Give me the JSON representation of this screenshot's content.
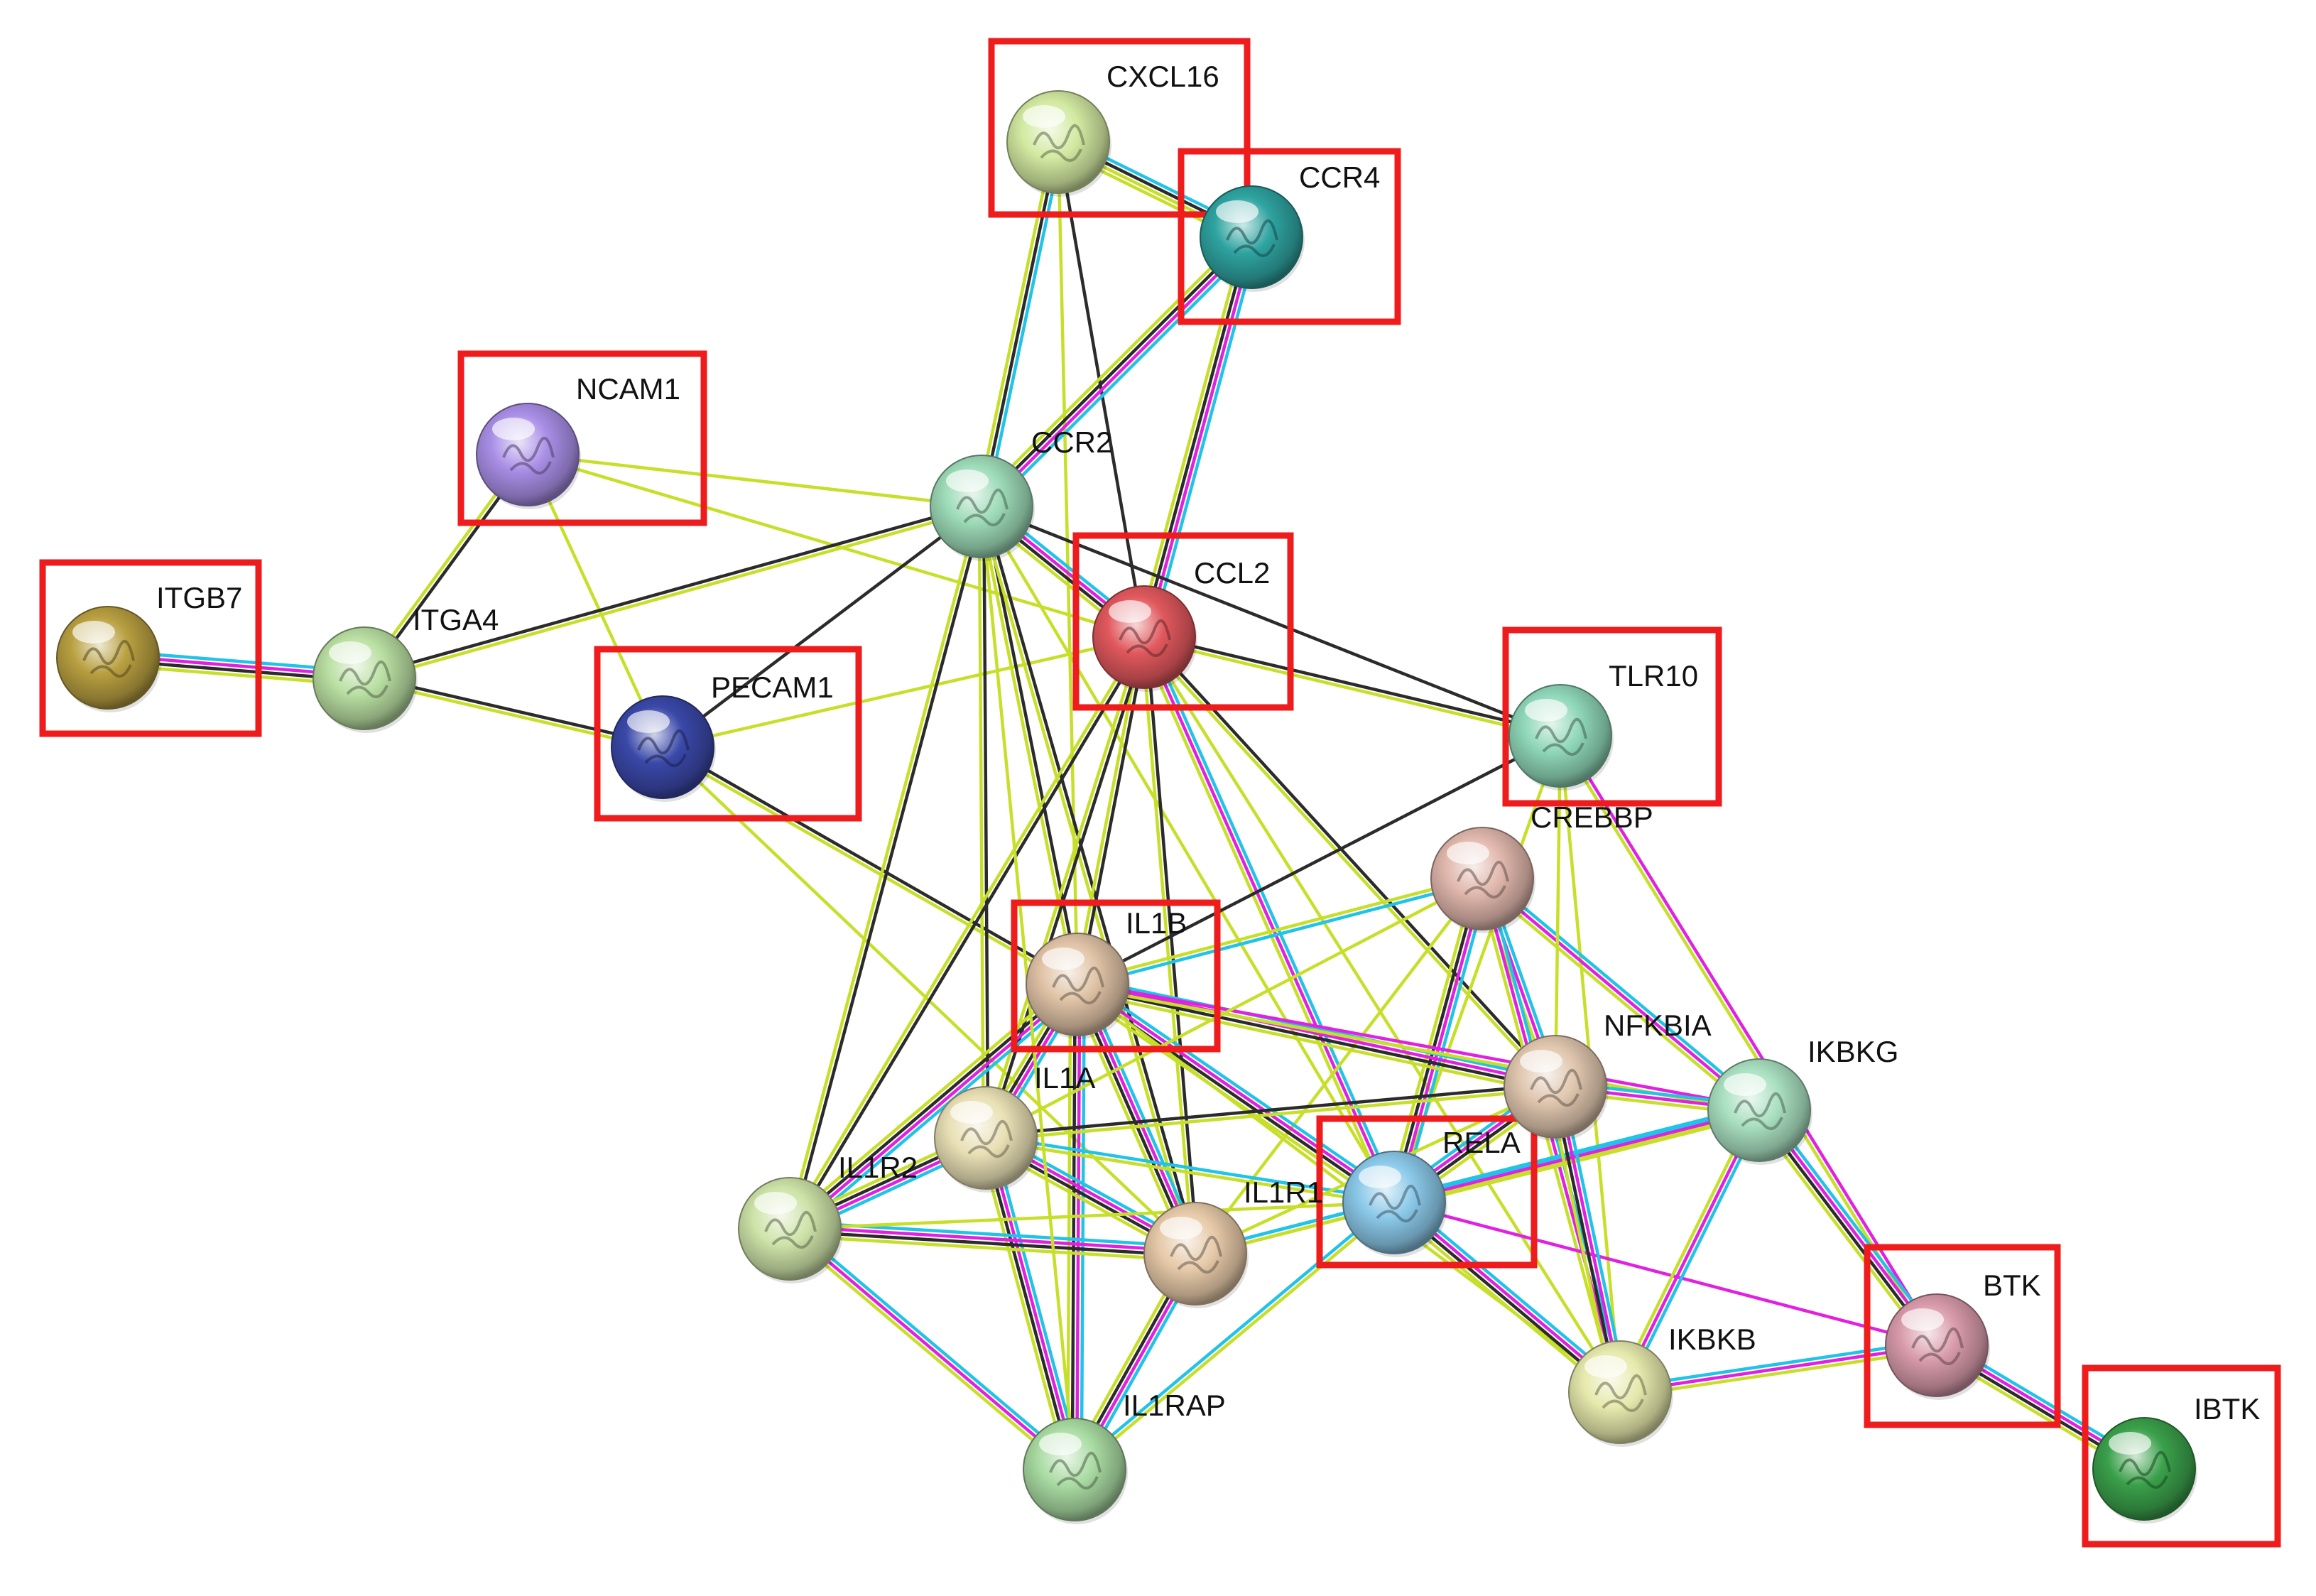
{
  "network": {
    "nodes": [
      {
        "id": "CXCL16",
        "label": "CXCL16",
        "color": "#d2e9a1",
        "highlighted": true
      },
      {
        "id": "CCR4",
        "label": "CCR4",
        "color": "#2ea3a0",
        "highlighted": true
      },
      {
        "id": "NCAM1",
        "label": "NCAM1",
        "color": "#a98ee6",
        "highlighted": true
      },
      {
        "id": "CCR2",
        "label": "CCR2",
        "color": "#9ddbb7",
        "highlighted": false
      },
      {
        "id": "CCL2",
        "label": "CCL2",
        "color": "#e0585d",
        "highlighted": true
      },
      {
        "id": "ITGB7",
        "label": "ITGB7",
        "color": "#b89f40",
        "highlighted": true
      },
      {
        "id": "ITGA4",
        "label": "ITGA4",
        "color": "#b9dfa2",
        "highlighted": false
      },
      {
        "id": "PECAM1",
        "label": "PECAM1",
        "color": "#3a48a8",
        "highlighted": true
      },
      {
        "id": "TLR10",
        "label": "TLR10",
        "color": "#8fd7b8",
        "highlighted": true
      },
      {
        "id": "CREBBP",
        "label": "CREBBP",
        "color": "#e0b7ac",
        "highlighted": false
      },
      {
        "id": "IL1B",
        "label": "IL1B",
        "color": "#e0c3a6",
        "highlighted": true
      },
      {
        "id": "NFKBIA",
        "label": "NFKBIA",
        "color": "#e0c6ae",
        "highlighted": false
      },
      {
        "id": "IKBKG",
        "label": "IKBKG",
        "color": "#a9e0c0",
        "highlighted": false
      },
      {
        "id": "IL1A",
        "label": "IL1A",
        "color": "#e9e0b5",
        "highlighted": false
      },
      {
        "id": "RELA",
        "label": "RELA",
        "color": "#8ac8e8",
        "highlighted": true
      },
      {
        "id": "IL1R2",
        "label": "IL1R2",
        "color": "#cde3a8",
        "highlighted": false
      },
      {
        "id": "IL1R1",
        "label": "IL1R1",
        "color": "#e6c9a8",
        "highlighted": false
      },
      {
        "id": "IKBKB",
        "label": "IKBKB",
        "color": "#e6e9ac",
        "highlighted": false
      },
      {
        "id": "BTK",
        "label": "BTK",
        "color": "#d89aaa",
        "highlighted": true
      },
      {
        "id": "IBTK",
        "label": "IBTK",
        "color": "#3aa04a",
        "highlighted": true
      },
      {
        "id": "IL1RAP",
        "label": "IL1RAP",
        "color": "#a9dba2",
        "highlighted": false
      }
    ],
    "edges": [
      {
        "source": "CXCL16",
        "target": "CCR4",
        "colors": [
          "#21c3e6",
          "#2b2b2b",
          "#c7df2a",
          "#c7df2a"
        ]
      },
      {
        "source": "CXCL16",
        "target": "CCR2",
        "colors": [
          "#21c3e6",
          "#2b2b2b",
          "#c7df2a"
        ]
      },
      {
        "source": "CXCL16",
        "target": "CCL2",
        "colors": [
          "#2b2b2b"
        ]
      },
      {
        "source": "CXCL16",
        "target": "IL1B",
        "colors": [
          "#c7df2a"
        ]
      },
      {
        "source": "CCR4",
        "target": "CCR2",
        "colors": [
          "#21c3e6",
          "#e022e0",
          "#2b2b2b",
          "#c7df2a"
        ]
      },
      {
        "source": "CCR4",
        "target": "CCL2",
        "colors": [
          "#21c3e6",
          "#e022e0",
          "#2b2b2b",
          "#c7df2a"
        ]
      },
      {
        "source": "NCAM1",
        "target": "CCR2",
        "colors": [
          "#c7df2a"
        ]
      },
      {
        "source": "NCAM1",
        "target": "CCL2",
        "colors": [
          "#c7df2a"
        ]
      },
      {
        "source": "NCAM1",
        "target": "ITGA4",
        "colors": [
          "#2b2b2b",
          "#c7df2a"
        ]
      },
      {
        "source": "NCAM1",
        "target": "PECAM1",
        "colors": [
          "#c7df2a"
        ]
      },
      {
        "source": "ITGB7",
        "target": "ITGA4",
        "colors": [
          "#21c3e6",
          "#e022e0",
          "#2b2b2b",
          "#c7df2a"
        ]
      },
      {
        "source": "ITGA4",
        "target": "CCR2",
        "colors": [
          "#2b2b2b",
          "#c7df2a"
        ]
      },
      {
        "source": "ITGA4",
        "target": "PECAM1",
        "colors": [
          "#2b2b2b",
          "#c7df2a"
        ]
      },
      {
        "source": "PECAM1",
        "target": "CCR2",
        "colors": [
          "#2b2b2b"
        ]
      },
      {
        "source": "PECAM1",
        "target": "CCL2",
        "colors": [
          "#c7df2a"
        ]
      },
      {
        "source": "PECAM1",
        "target": "IL1B",
        "colors": [
          "#2b2b2b",
          "#c7df2a"
        ]
      },
      {
        "source": "PECAM1",
        "target": "IL1R1",
        "colors": [
          "#c7df2a"
        ]
      },
      {
        "source": "CCR2",
        "target": "CCL2",
        "colors": [
          "#21c3e6",
          "#e022e0",
          "#2b2b2b",
          "#c7df2a"
        ]
      },
      {
        "source": "CCR2",
        "target": "TLR10",
        "colors": [
          "#2b2b2b"
        ]
      },
      {
        "source": "CCR2",
        "target": "IL1B",
        "colors": [
          "#2b2b2b",
          "#c7df2a"
        ]
      },
      {
        "source": "CCR2",
        "target": "IL1A",
        "colors": [
          "#2b2b2b",
          "#c7df2a"
        ]
      },
      {
        "source": "CCR2",
        "target": "IL1R2",
        "colors": [
          "#2b2b2b",
          "#c7df2a"
        ]
      },
      {
        "source": "CCR2",
        "target": "IL1R1",
        "colors": [
          "#2b2b2b",
          "#c7df2a"
        ]
      },
      {
        "source": "CCR2",
        "target": "RELA",
        "colors": [
          "#c7df2a"
        ]
      },
      {
        "source": "CCL2",
        "target": "TLR10",
        "colors": [
          "#2b2b2b",
          "#c7df2a"
        ]
      },
      {
        "source": "CCL2",
        "target": "IL1B",
        "colors": [
          "#2b2b2b",
          "#c7df2a"
        ]
      },
      {
        "source": "CCL2",
        "target": "IL1A",
        "colors": [
          "#2b2b2b",
          "#c7df2a"
        ]
      },
      {
        "source": "CCL2",
        "target": "IL1R2",
        "colors": [
          "#2b2b2b",
          "#c7df2a"
        ]
      },
      {
        "source": "CCL2",
        "target": "IL1R1",
        "colors": [
          "#2b2b2b",
          "#c7df2a"
        ]
      },
      {
        "source": "CCL2",
        "target": "RELA",
        "colors": [
          "#21c3e6",
          "#e022e0",
          "#c7df2a"
        ]
      },
      {
        "source": "CCL2",
        "target": "NFKBIA",
        "colors": [
          "#2b2b2b",
          "#c7df2a"
        ]
      },
      {
        "source": "CCL2",
        "target": "IKBKB",
        "colors": [
          "#c7df2a"
        ]
      },
      {
        "source": "TLR10",
        "target": "IL1B",
        "colors": [
          "#2b2b2b"
        ]
      },
      {
        "source": "TLR10",
        "target": "RELA",
        "colors": [
          "#c7df2a"
        ]
      },
      {
        "source": "TLR10",
        "target": "IKBKB",
        "colors": [
          "#c7df2a"
        ]
      },
      {
        "source": "TLR10",
        "target": "BTK",
        "colors": [
          "#e022e0",
          "#c7df2a"
        ]
      },
      {
        "source": "CREBBP",
        "target": "IL1B",
        "colors": [
          "#21c3e6",
          "#c7df2a"
        ]
      },
      {
        "source": "CREBBP",
        "target": "RELA",
        "colors": [
          "#21c3e6",
          "#e022e0",
          "#2b2b2b",
          "#c7df2a"
        ]
      },
      {
        "source": "CREBBP",
        "target": "NFKBIA",
        "colors": [
          "#21c3e6",
          "#e022e0",
          "#c7df2a"
        ]
      },
      {
        "source": "CREBBP",
        "target": "IKBKG",
        "colors": [
          "#21c3e6",
          "#e022e0",
          "#c7df2a"
        ]
      },
      {
        "source": "CREBBP",
        "target": "IKBKB",
        "colors": [
          "#21c3e6",
          "#e022e0",
          "#c7df2a"
        ]
      },
      {
        "source": "CREBBP",
        "target": "IL1R1",
        "colors": [
          "#c7df2a"
        ]
      },
      {
        "source": "IL1B",
        "target": "IL1A",
        "colors": [
          "#21c3e6",
          "#e022e0",
          "#2b2b2b",
          "#c7df2a"
        ]
      },
      {
        "source": "IL1B",
        "target": "IL1R2",
        "colors": [
          "#21c3e6",
          "#e022e0",
          "#2b2b2b",
          "#c7df2a"
        ]
      },
      {
        "source": "IL1B",
        "target": "IL1R1",
        "colors": [
          "#21c3e6",
          "#e022e0",
          "#2b2b2b",
          "#c7df2a"
        ]
      },
      {
        "source": "IL1B",
        "target": "IL1RAP",
        "colors": [
          "#21c3e6",
          "#e022e0",
          "#2b2b2b",
          "#c7df2a"
        ]
      },
      {
        "source": "IL1B",
        "target": "RELA",
        "colors": [
          "#21c3e6",
          "#e022e0",
          "#2b2b2b",
          "#c7df2a"
        ]
      },
      {
        "source": "IL1B",
        "target": "NFKBIA",
        "colors": [
          "#21c3e6",
          "#e022e0",
          "#2b2b2b",
          "#c7df2a"
        ]
      },
      {
        "source": "IL1B",
        "target": "IKBKG",
        "colors": [
          "#e022e0",
          "#c7df2a"
        ]
      },
      {
        "source": "IL1B",
        "target": "IKBKB",
        "colors": [
          "#c7df2a"
        ]
      },
      {
        "source": "IL1A",
        "target": "IL1R2",
        "colors": [
          "#21c3e6",
          "#e022e0",
          "#2b2b2b",
          "#c7df2a"
        ]
      },
      {
        "source": "IL1A",
        "target": "IL1R1",
        "colors": [
          "#21c3e6",
          "#e022e0",
          "#2b2b2b",
          "#c7df2a"
        ]
      },
      {
        "source": "IL1A",
        "target": "IL1RAP",
        "colors": [
          "#21c3e6",
          "#e022e0",
          "#2b2b2b",
          "#c7df2a"
        ]
      },
      {
        "source": "IL1A",
        "target": "RELA",
        "colors": [
          "#21c3e6",
          "#c7df2a"
        ]
      },
      {
        "source": "IL1A",
        "target": "NFKBIA",
        "colors": [
          "#2b2b2b",
          "#c7df2a"
        ]
      },
      {
        "source": "IL1R2",
        "target": "IL1R1",
        "colors": [
          "#21c3e6",
          "#e022e0",
          "#2b2b2b",
          "#c7df2a"
        ]
      },
      {
        "source": "IL1R2",
        "target": "IL1RAP",
        "colors": [
          "#21c3e6",
          "#e022e0",
          "#c7df2a"
        ]
      },
      {
        "source": "IL1R2",
        "target": "RELA",
        "colors": [
          "#c7df2a"
        ]
      },
      {
        "source": "IL1R1",
        "target": "IL1RAP",
        "colors": [
          "#21c3e6",
          "#e022e0",
          "#2b2b2b",
          "#c7df2a"
        ]
      },
      {
        "source": "IL1R1",
        "target": "RELA",
        "colors": [
          "#21c3e6",
          "#c7df2a"
        ]
      },
      {
        "source": "IL1R1",
        "target": "NFKBIA",
        "colors": [
          "#c7df2a"
        ]
      },
      {
        "source": "IL1R1",
        "target": "IKBKG",
        "colors": [
          "#21c3e6",
          "#c7df2a"
        ]
      },
      {
        "source": "IL1RAP",
        "target": "RELA",
        "colors": [
          "#21c3e6",
          "#c7df2a"
        ]
      },
      {
        "source": "RELA",
        "target": "NFKBIA",
        "colors": [
          "#21c3e6",
          "#e022e0",
          "#2b2b2b",
          "#c7df2a"
        ]
      },
      {
        "source": "RELA",
        "target": "IKBKG",
        "colors": [
          "#21c3e6",
          "#e022e0",
          "#c7df2a"
        ]
      },
      {
        "source": "RELA",
        "target": "IKBKB",
        "colors": [
          "#21c3e6",
          "#e022e0",
          "#2b2b2b",
          "#c7df2a"
        ]
      },
      {
        "source": "RELA",
        "target": "BTK",
        "colors": [
          "#e022e0"
        ]
      },
      {
        "source": "NFKBIA",
        "target": "IKBKG",
        "colors": [
          "#21c3e6",
          "#e022e0",
          "#c7df2a"
        ]
      },
      {
        "source": "NFKBIA",
        "target": "IKBKB",
        "colors": [
          "#21c3e6",
          "#e022e0",
          "#2b2b2b",
          "#c7df2a"
        ]
      },
      {
        "source": "IKBKG",
        "target": "IKBKB",
        "colors": [
          "#21c3e6",
          "#e022e0",
          "#c7df2a"
        ]
      },
      {
        "source": "IKBKG",
        "target": "BTK",
        "colors": [
          "#21c3e6",
          "#e022e0",
          "#2b2b2b",
          "#c7df2a"
        ]
      },
      {
        "source": "IKBKB",
        "target": "BTK",
        "colors": [
          "#21c3e6",
          "#e022e0",
          "#c7df2a"
        ]
      },
      {
        "source": "BTK",
        "target": "IBTK",
        "colors": [
          "#21c3e6",
          "#e022e0",
          "#2b2b2b",
          "#c7df2a"
        ]
      },
      {
        "source": "CREBBP",
        "target": "IL1A",
        "colors": [
          "#c7df2a"
        ]
      },
      {
        "source": "TLR10",
        "target": "NFKBIA",
        "colors": [
          "#c7df2a"
        ]
      },
      {
        "source": "CCR2",
        "target": "IL1RAP",
        "colors": [
          "#c7df2a"
        ]
      }
    ]
  }
}
